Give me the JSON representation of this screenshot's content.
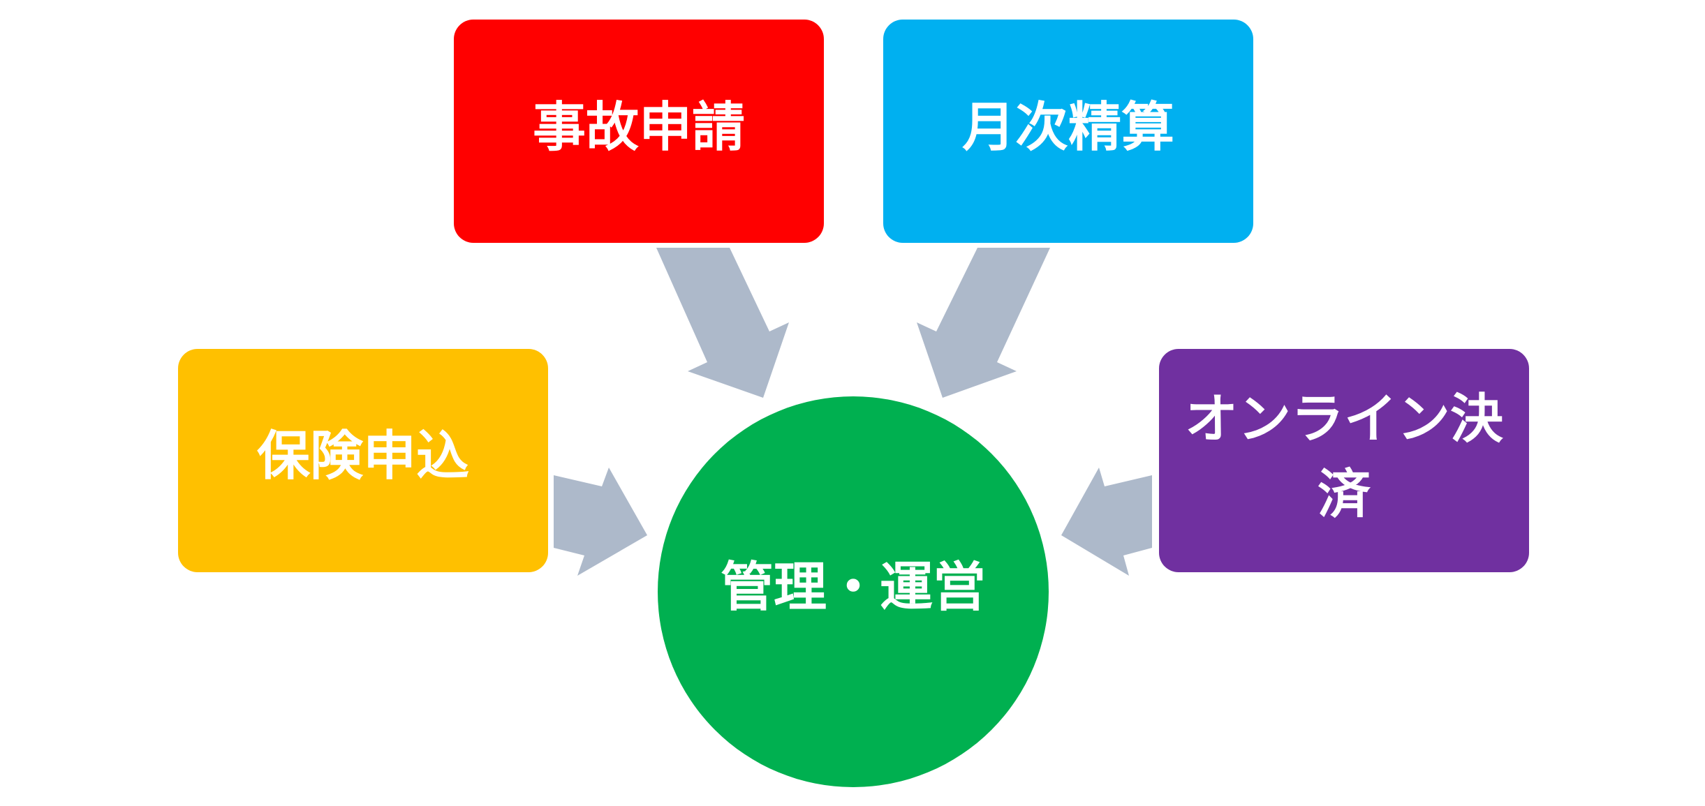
{
  "hub": {
    "label": "管理・運営",
    "color": "#00B050"
  },
  "nodes": [
    {
      "id": "jiko",
      "label": "事故申請",
      "color": "#FF0000"
    },
    {
      "id": "getsuji",
      "label": "月次精算",
      "color": "#00B0F0"
    },
    {
      "id": "hoken",
      "label": "保険申込",
      "color": "#FFC000"
    },
    {
      "id": "online",
      "label_line1": "オンライン決",
      "label_line2": "済",
      "color": "#7030A0"
    }
  ],
  "arrow_color": "#ADB9CA"
}
